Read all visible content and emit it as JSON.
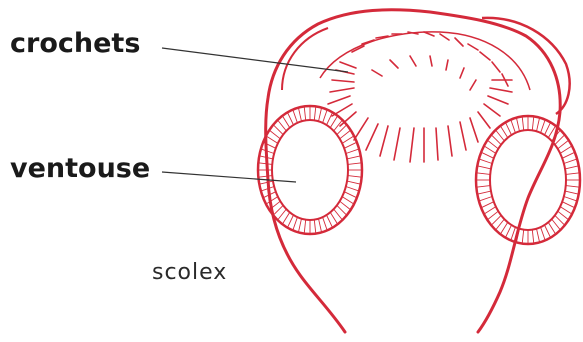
{
  "labels": {
    "crochets": "crochets",
    "ventouse": "ventouse",
    "scolex": "scolex"
  },
  "colors": {
    "outline": "#d42a3a",
    "leader": "#333333",
    "text": "#1a1a1a",
    "background": "#ffffff"
  },
  "structures": [
    "scolex-outline",
    "rostellum",
    "hook-crown",
    "left-sucker",
    "right-sucker"
  ]
}
